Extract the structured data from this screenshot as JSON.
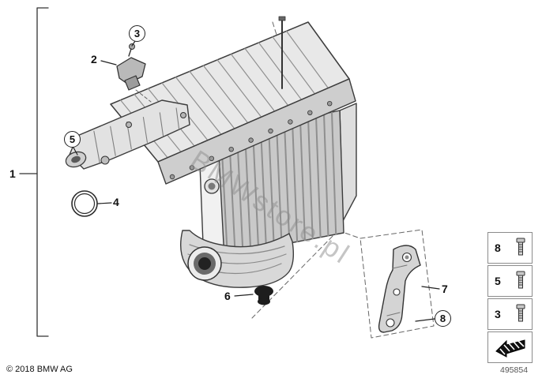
{
  "page": {
    "copyright": "© 2018 BMW AG",
    "diagram_number": "495854",
    "watermark": "BMWstore.pl",
    "watermark_color": "#8d8d8d"
  },
  "callouts": {
    "c1": "1",
    "c2": "2",
    "c3": "3",
    "c4": "4",
    "c5": "5",
    "c6": "6",
    "c7": "7",
    "c8": "8"
  },
  "legend": {
    "rows": [
      {
        "label": "8",
        "icon": "bolt-icon"
      },
      {
        "label": "5",
        "icon": "bolt-icon"
      },
      {
        "label": "3",
        "icon": "bolt-icon"
      }
    ],
    "direction_symbol": "direction-arrow-icon"
  }
}
